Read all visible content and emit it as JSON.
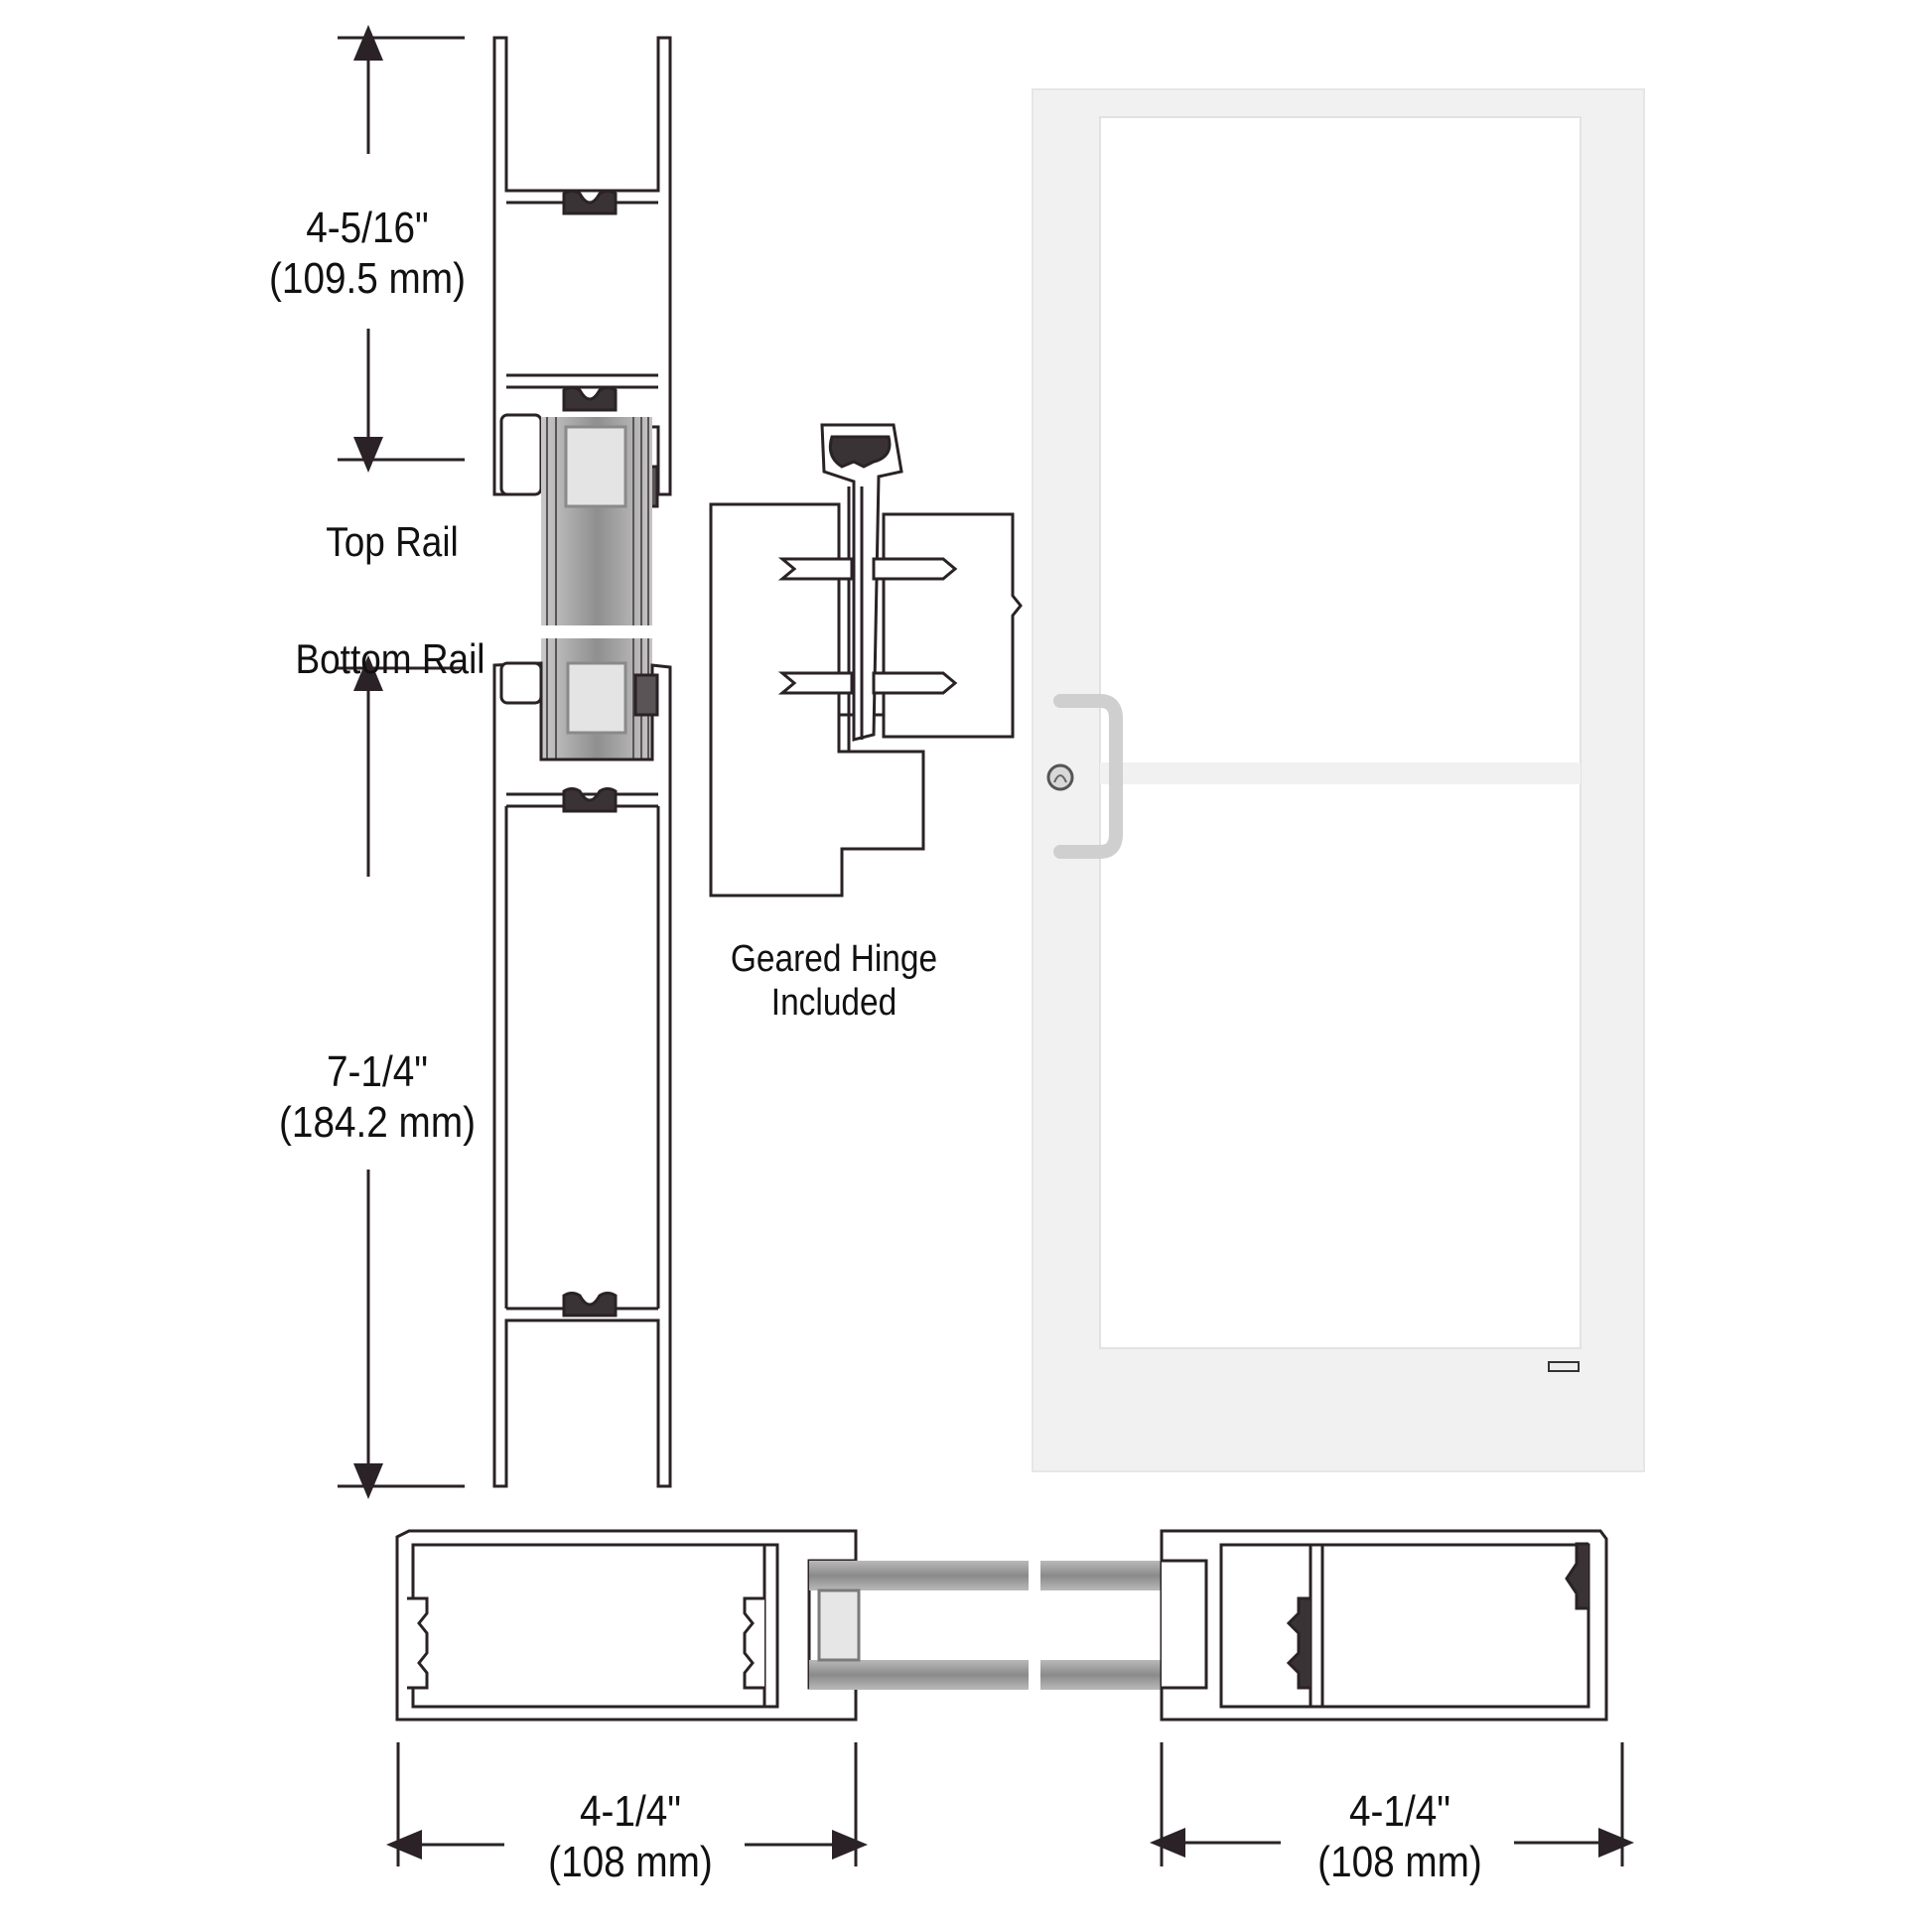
{
  "diagram": {
    "type": "technical-profile-drawing",
    "subject": "Aluminum door with top rail, bottom rail, geared hinge and horizontal section",
    "colors": {
      "line": "#2a2226",
      "glass_gray": "#9c9c9c",
      "door_frame": "#f1f1f1",
      "handle": "#cfcfcf",
      "background": "#ffffff"
    }
  },
  "top_rail": {
    "dimension_imperial": "4-5/16\"",
    "dimension_metric": "(109.5 mm)",
    "label": "Top Rail"
  },
  "bottom_rail": {
    "label": "Bottom Rail",
    "dimension_imperial": "7-1/4\"",
    "dimension_metric": "(184.2 mm)"
  },
  "hinge": {
    "caption_line1": "Geared Hinge",
    "caption_line2": "Included"
  },
  "door": {
    "panes": 2,
    "hardware": [
      "pull-handle",
      "lock-cylinder",
      "label-plate"
    ]
  },
  "horizontal_section": {
    "left": {
      "dimension_imperial": "4-1/4\"",
      "dimension_metric": "(108 mm)"
    },
    "right": {
      "dimension_imperial": "4-1/4\"",
      "dimension_metric": "(108 mm)"
    }
  }
}
